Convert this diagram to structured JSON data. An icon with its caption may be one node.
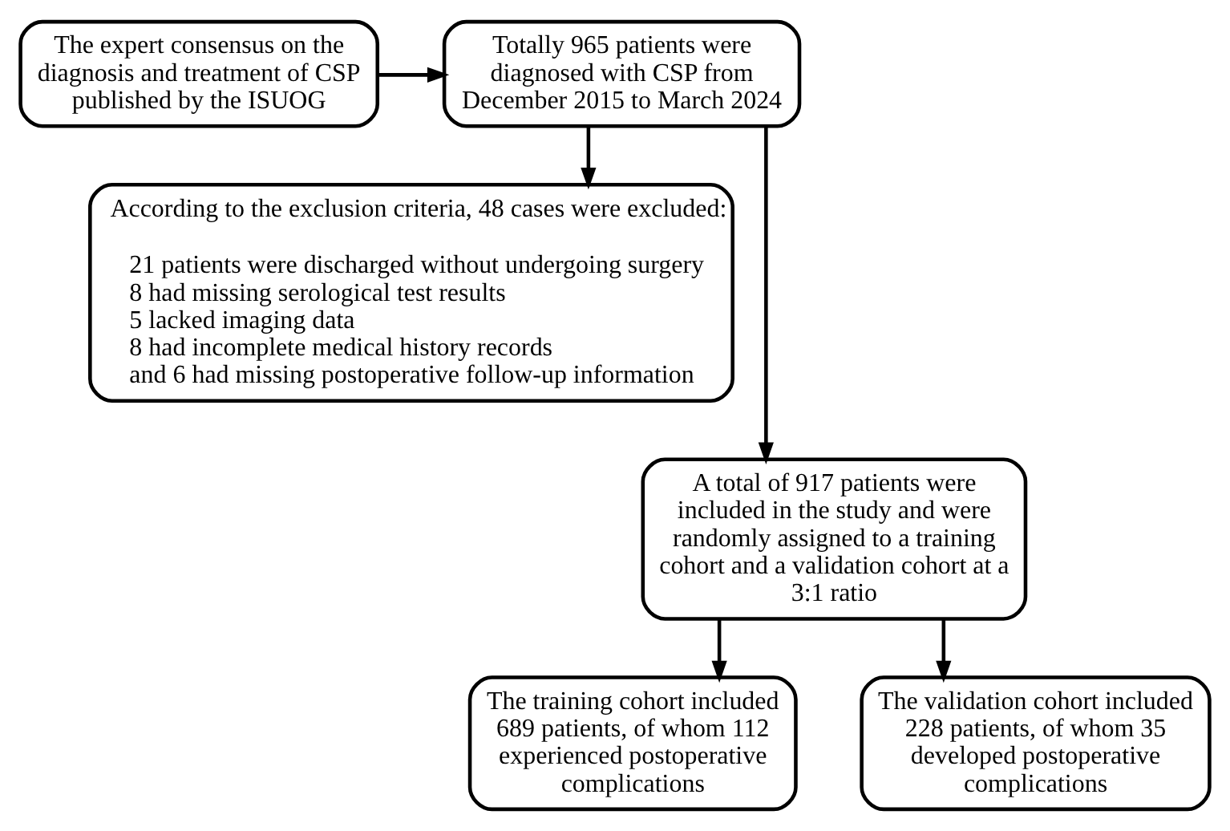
{
  "diagram": {
    "nodes": [
      {
        "text": [
          "Totally 965 patients were diagnosed with CSP from December 2015 to March 2024"
        ]
      },
      {
        "text": [
          "The expert consensus on the diagnosis and treatment of CSP published by the ISUOG"
        ]
      },
      {
        "text": [
          "According to the exclusion criteria, 48 cases were excluded:",
          "21 patients were discharged without undergoing surgery",
          "8 had missing serological test results",
          "5 lacked imaging data",
          "8 had incomplete medical history records",
          "and 6 had missing postoperative follow-up information"
        ]
      },
      {
        "text": [
          "A total of 917 patients were included in the study and were randomly assigned to a training cohort and a validation cohort at a 3:1 ratio"
        ]
      },
      {
        "text": [
          "The training cohort included 689 patients, of whom 112 experienced postoperative complications"
        ]
      },
      {
        "text": [
          "The validation cohort included 228 patients, of whom 35 developed postoperative complications"
        ]
      }
    ],
    "edges": [
      {
        "from": 1,
        "to": 0,
        "arrow": "to"
      },
      {
        "from": 0,
        "to": 2,
        "arrow": "to"
      },
      {
        "from": 0,
        "to": 3,
        "arrow": "to"
      },
      {
        "from": 3,
        "to": 4,
        "arrow": "to"
      },
      {
        "from": 3,
        "to": 5,
        "arrow": "to"
      }
    ]
  }
}
